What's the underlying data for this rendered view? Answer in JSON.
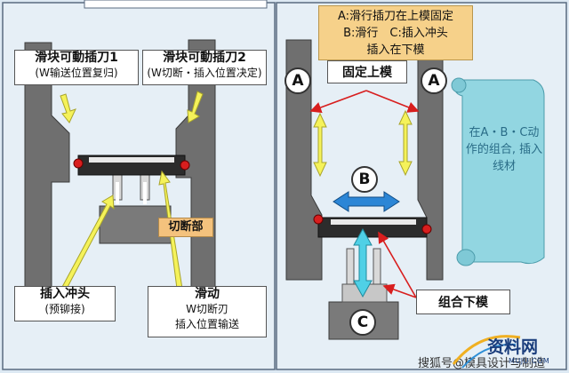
{
  "left_panel": {
    "slider1_title": "滑块可動插刀1",
    "slider1_sub": "(W输送位置复归)",
    "slider2_title": "滑块可動插刀2",
    "slider2_sub": "(W切断・插入位置决定)",
    "cut_label": "切断部",
    "punch_title": "插入冲头",
    "punch_sub": "(预铆接)",
    "slide_title": "滑动",
    "slide_sub1": "W切断刃",
    "slide_sub2": "插入位置输送"
  },
  "right_panel": {
    "note_line1": "A:滑行插刀在上模固定",
    "note_line2": "B:滑行　C:插入冲头",
    "note_line3": "插入在下模",
    "upper_die_label": "固定上模",
    "lower_die_label": "组合下模",
    "marker_a": "A",
    "marker_b": "B",
    "marker_c": "C",
    "scroll_line1": "在A・B・C动",
    "scroll_line2": "作的组合, 插入",
    "scroll_line3": "线材"
  },
  "watermark": {
    "text": "搜狐号@模具设计与制造",
    "logo_main": "资料网",
    "logo_sub": "MUJU.COM"
  },
  "colors": {
    "background": "#dde9f3",
    "die_gray": "#6f6f6f",
    "arrow_yellow": "#f5f25a",
    "arrow_cyan": "#4fd0e6",
    "arrow_blue": "#2c86d6",
    "pointer_red": "#d81e1e",
    "note_fill": "#f6d18a",
    "scroll_fill": "#92d6e1"
  }
}
